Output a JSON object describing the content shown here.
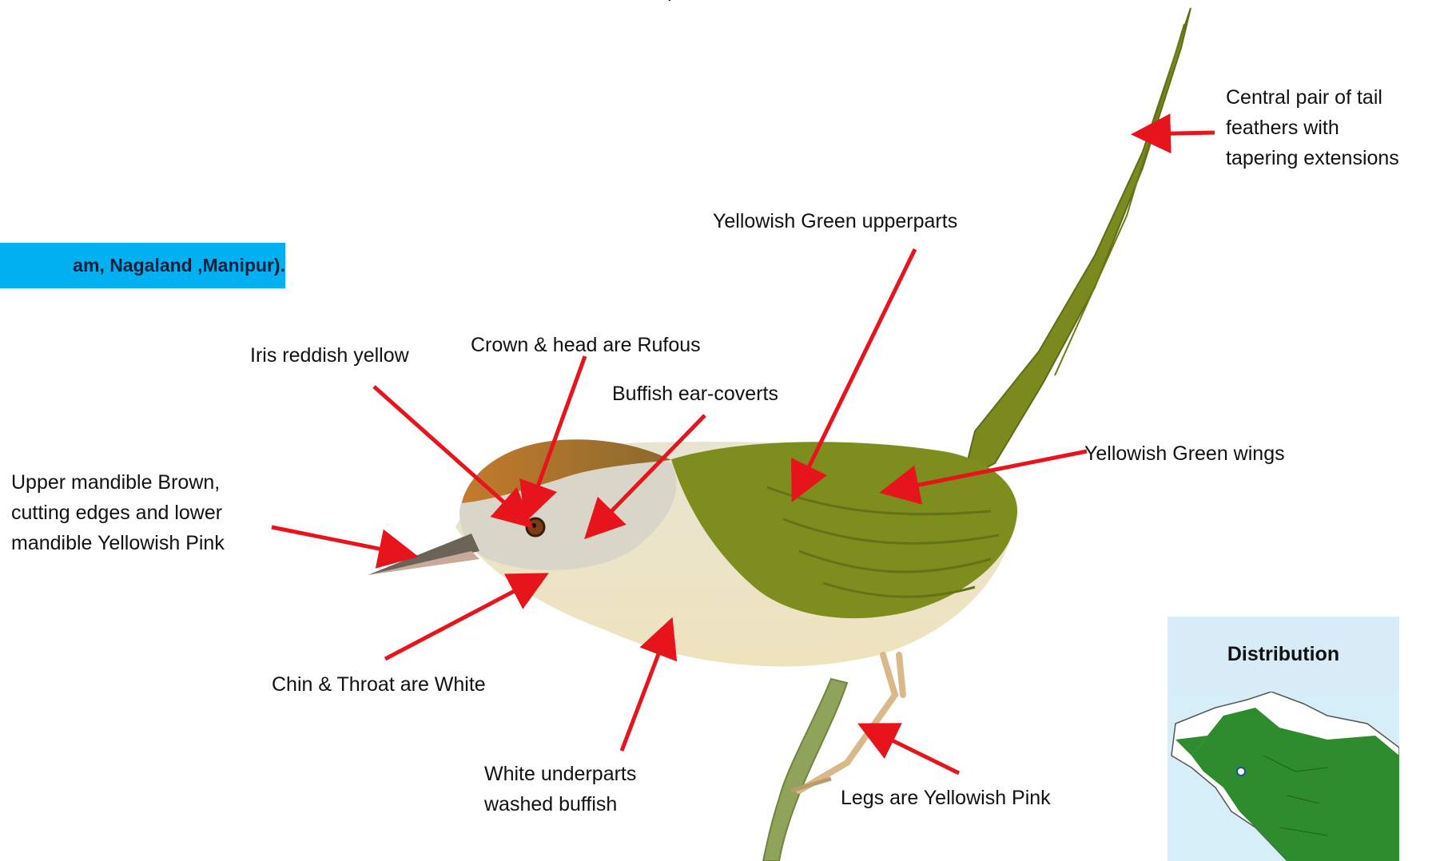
{
  "banner_text": "am, Nagaland ,Manipur).",
  "top_fragment": "p",
  "labels": {
    "tail": "Central pair of tail\nfeathers with\ntapering extensions",
    "upperparts": "Yellowish Green upperparts",
    "crown": "Crown & head are  Rufous",
    "iris": "Iris reddish yellow",
    "ear_coverts": "Buffish ear-coverts",
    "wings": "Yellowish Green wings",
    "mandible": "Upper mandible Brown,\ncutting edges and lower\nmandible Yellowish Pink",
    "chin": "Chin & Throat are White",
    "underparts": "White underparts\nwashed buffish",
    "legs": "Legs are Yellowish Pink"
  },
  "distribution": {
    "title": "Distribution"
  },
  "colors": {
    "arrow": "#e8141b",
    "banner": "#00b0f0",
    "map_range": "#2e8b2e"
  }
}
